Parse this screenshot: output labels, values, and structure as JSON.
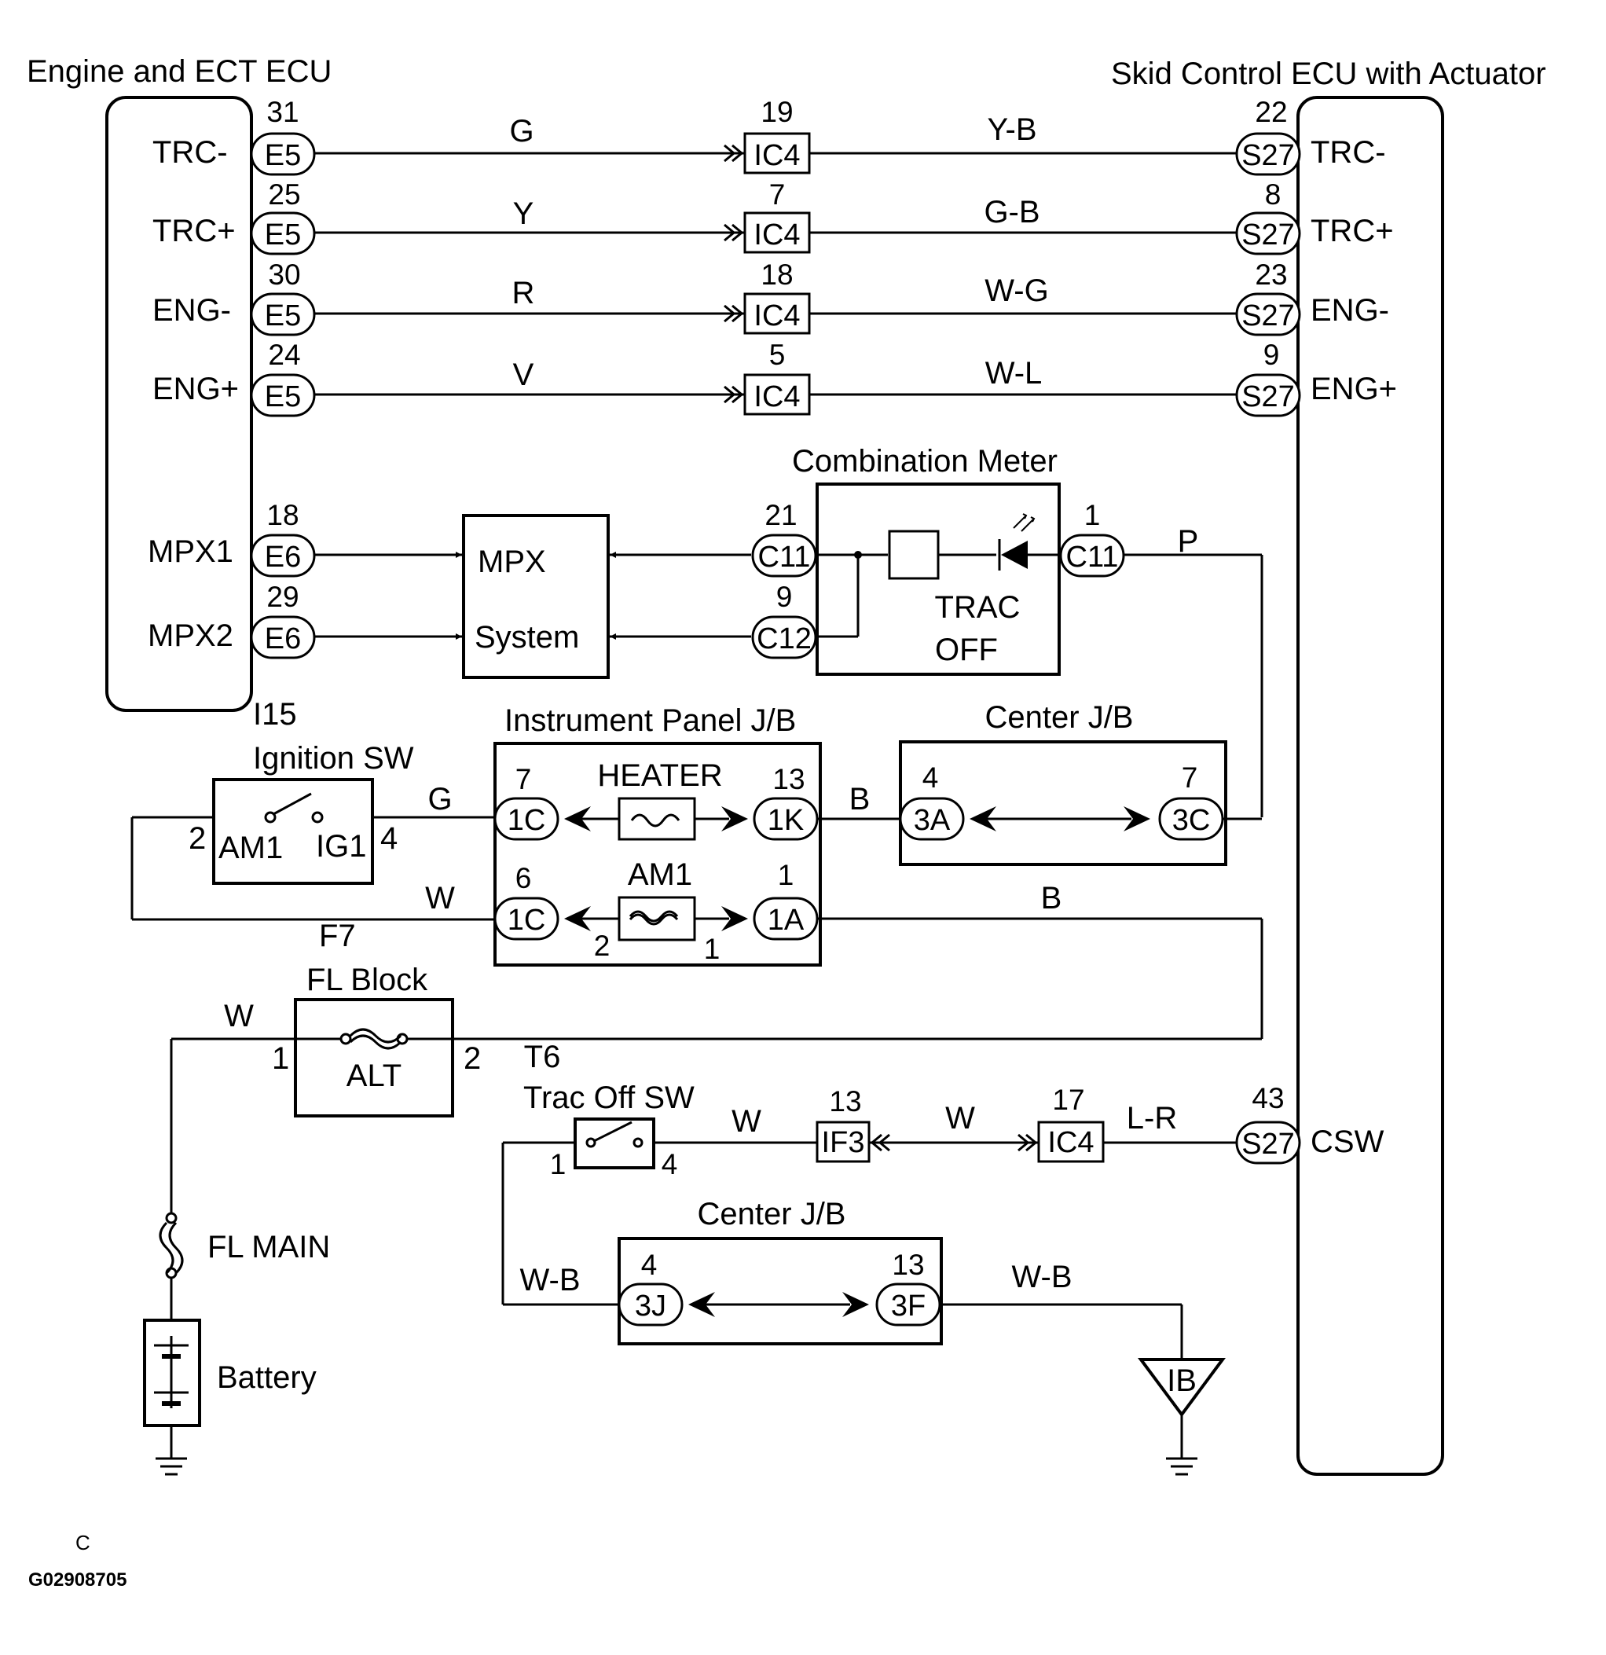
{
  "ecus": {
    "engine_title": "Engine and ECT ECU",
    "skid_title": "Skid Control ECU with Actuator",
    "engine_terminals": [
      "TRC-",
      "TRC+",
      "ENG-",
      "ENG+",
      "MPX1",
      "MPX2"
    ],
    "skid_terminals": [
      "TRC-",
      "TRC+",
      "ENG-",
      "ENG+",
      "CSW"
    ],
    "engine_ref": "I15"
  },
  "signal_lines": [
    {
      "e_pin": "31",
      "e_conn": "E5",
      "wire_left": "G",
      "ic_pin": "19",
      "ic_conn": "IC4",
      "wire_right": "Y-B",
      "s_pin": "22",
      "s_conn": "S27"
    },
    {
      "e_pin": "25",
      "e_conn": "E5",
      "wire_left": "Y",
      "ic_pin": "7",
      "ic_conn": "IC4",
      "wire_right": "G-B",
      "s_pin": "8",
      "s_conn": "S27"
    },
    {
      "e_pin": "30",
      "e_conn": "E5",
      "wire_left": "R",
      "ic_pin": "18",
      "ic_conn": "IC4",
      "wire_right": "W-G",
      "s_pin": "23",
      "s_conn": "S27"
    },
    {
      "e_pin": "24",
      "e_conn": "E5",
      "wire_left": "V",
      "ic_pin": "5",
      "ic_conn": "IC4",
      "wire_right": "W-L",
      "s_pin": "9",
      "s_conn": "S27"
    }
  ],
  "mpx": {
    "mpx1_pin": "18",
    "mpx1_conn": "E6",
    "mpx2_pin": "29",
    "mpx2_conn": "E6",
    "label_top": "MPX",
    "label_bottom": "System"
  },
  "combination_meter": {
    "title": "Combination Meter",
    "pin21": "21",
    "conn21": "C11",
    "pin9": "9",
    "conn9": "C12",
    "pin1": "1",
    "conn1": "C11",
    "trac_label_1": "TRAC",
    "trac_label_2": "OFF",
    "wire_p": "P"
  },
  "ignition_sw": {
    "title": "Ignition SW",
    "am1": "AM1",
    "ig1": "IG1",
    "pin2": "2",
    "pin4": "4",
    "wire_g": "G",
    "wire_w": "W"
  },
  "instrument_panel_jb": {
    "title": "Instrument Panel J/B",
    "heater": "HEATER",
    "am1_fuse": "AM1",
    "pin7": "7",
    "conn_1c_top": "1C",
    "pin13": "13",
    "conn_1k": "1K",
    "pin6": "6",
    "conn_1c_bottom": "1C",
    "pin1": "1",
    "conn_1a": "1A",
    "fuse_pin2": "2",
    "fuse_pin1": "1",
    "wire_b_top": "B",
    "wire_b_bottom": "B",
    "ref": "F7"
  },
  "center_jb_top": {
    "title": "Center J/B",
    "pin4": "4",
    "conn_3a": "3A",
    "pin7": "7",
    "conn_3c": "3C"
  },
  "fl_block": {
    "title": "FL Block",
    "alt": "ALT",
    "pin1": "1",
    "pin2": "2",
    "wire_w": "W",
    "ref": "T6"
  },
  "fl_main": "FL MAIN",
  "battery": "Battery",
  "trac_off_sw": {
    "title": "Trac Off SW",
    "pin1": "1",
    "pin4": "4",
    "wire_w1": "W",
    "if3_pin": "13",
    "if3_conn": "IF3",
    "wire_w2": "W",
    "ic4_pin": "17",
    "ic4_conn": "IC4",
    "wire_lr": "L-R",
    "s_pin": "43",
    "s_conn": "S27"
  },
  "center_jb_bottom": {
    "title": "Center J/B",
    "pin4": "4",
    "conn_3j": "3J",
    "pin13": "13",
    "conn_3f": "3F",
    "wire_wb_left": "W-B",
    "wire_wb_right": "W-B",
    "ground": "IB"
  },
  "footer": {
    "code": "C",
    "fig_id": "G02908705"
  }
}
